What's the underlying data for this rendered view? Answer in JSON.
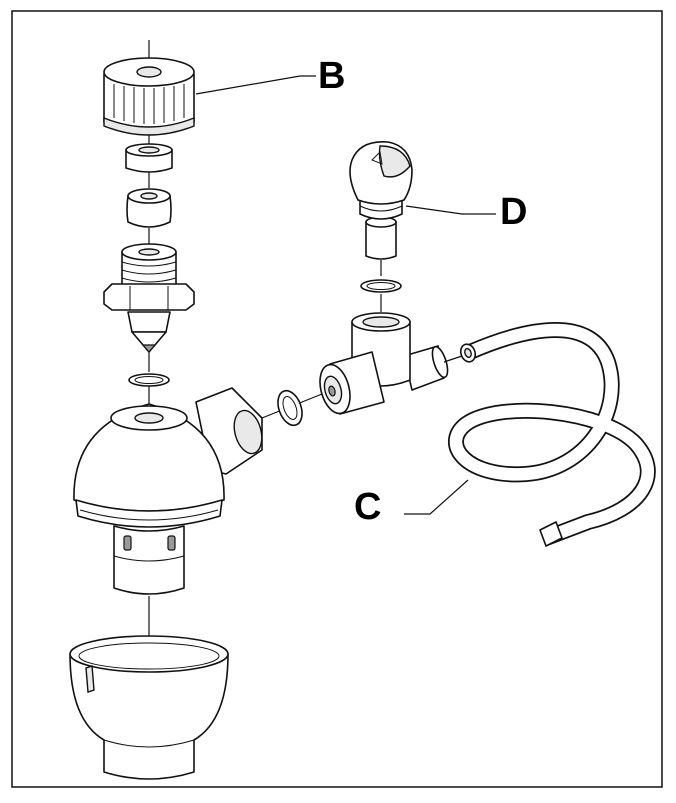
{
  "labels": {
    "b": "B",
    "c": "C",
    "d": "D"
  },
  "colors": {
    "line": "#111111",
    "background": "#ffffff",
    "shade": "#e9e9e9"
  }
}
